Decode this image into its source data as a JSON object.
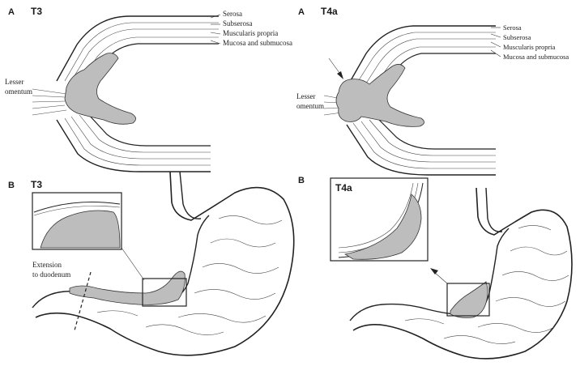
{
  "panels": {
    "top_left": {
      "panel_letter": "A",
      "stage": "T3",
      "layers": [
        "Serosa",
        "Subserosa",
        "Muscularis propria",
        "Mucosa and submucosa"
      ],
      "side_label_line1": "Lesser",
      "side_label_line2": "omentum"
    },
    "top_right": {
      "panel_letter": "A",
      "stage": "T4a",
      "layers": [
        "Serosa",
        "Subserosa",
        "Muscularis propria",
        "Mucosa and submucosa"
      ],
      "side_label_line1": "Lesser",
      "side_label_line2": "omentum"
    },
    "bottom_left": {
      "panel_letter": "B",
      "stage": "T3",
      "extension_line1": "Extension",
      "extension_line2": "to duodenum"
    },
    "bottom_right": {
      "panel_letter": "B",
      "inset_stage": "T4a"
    }
  },
  "colors": {
    "ink": "#222222",
    "tumor_fill": "#bdbdbd",
    "background": "#ffffff"
  }
}
